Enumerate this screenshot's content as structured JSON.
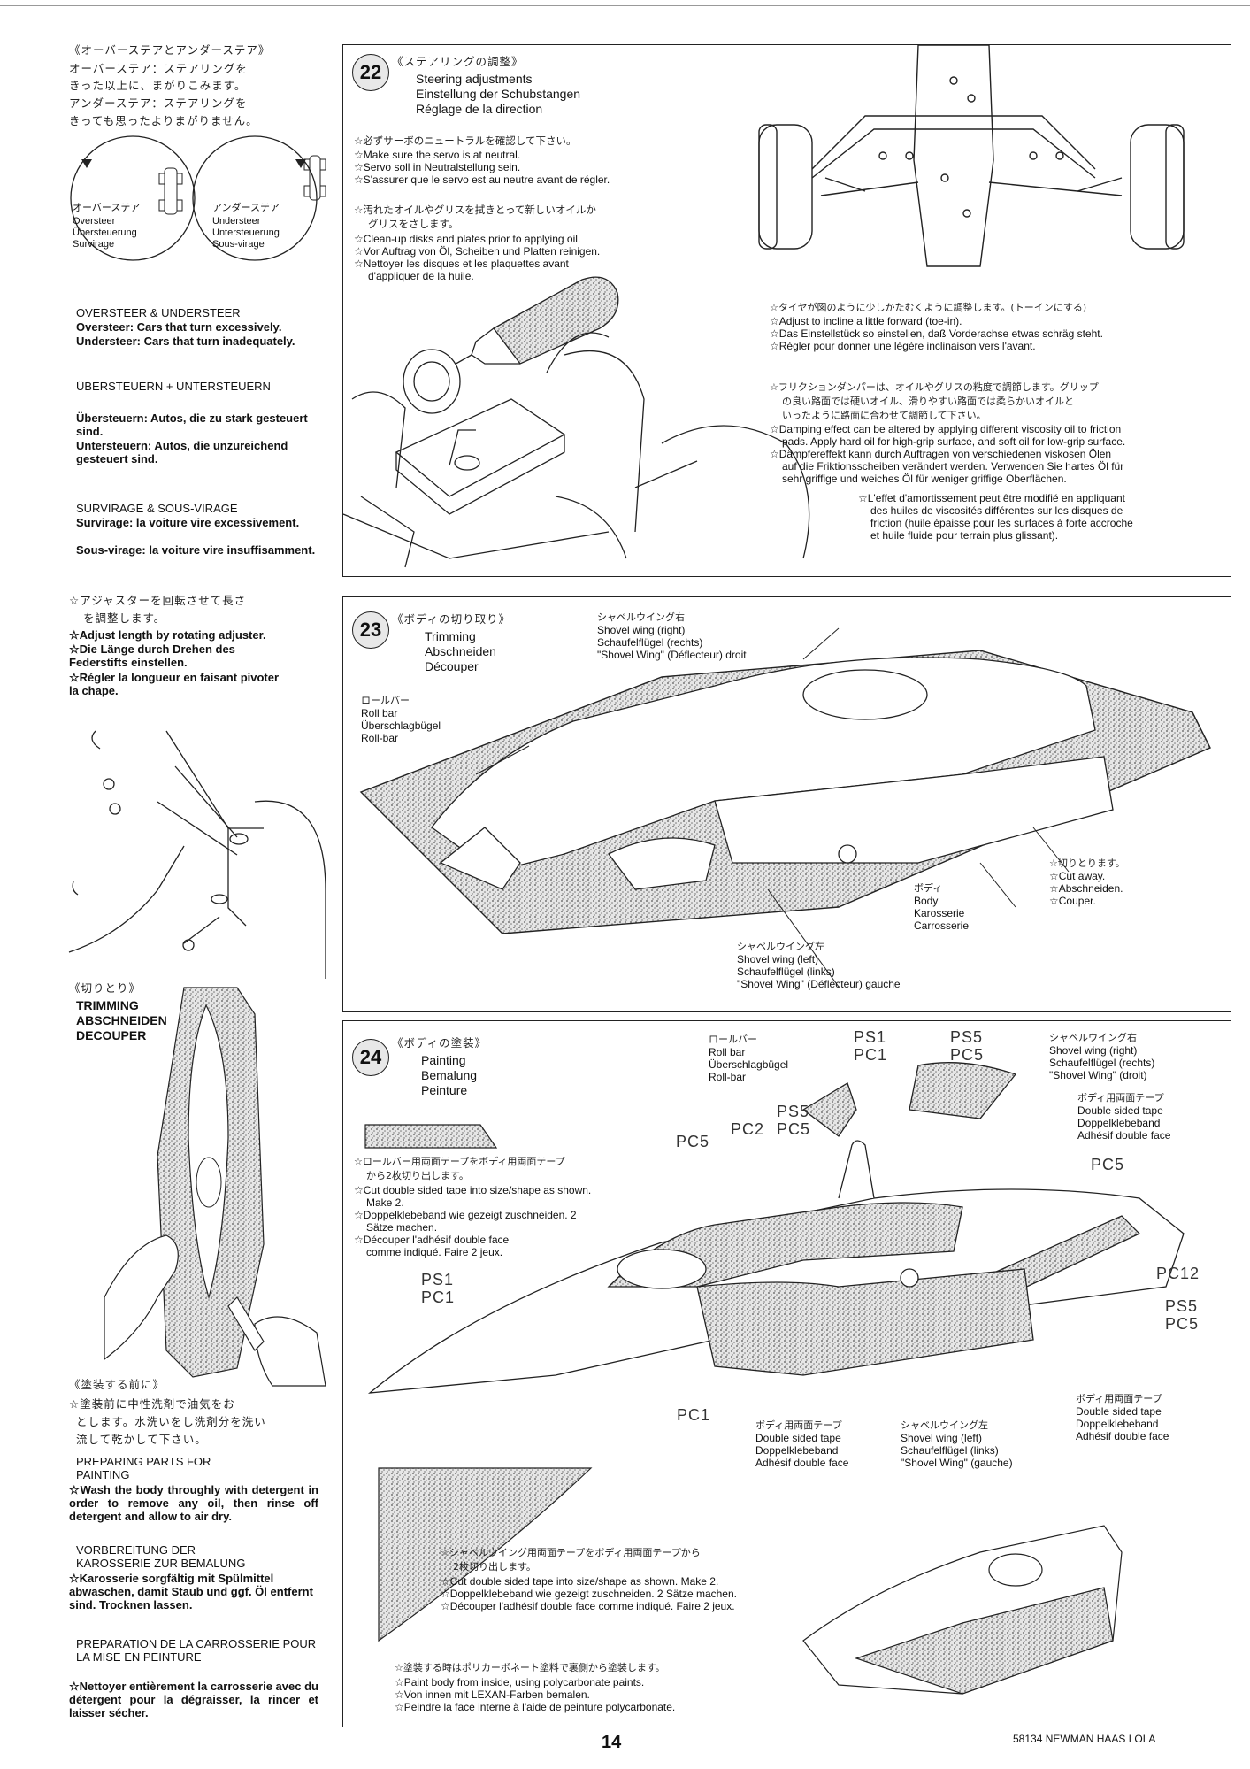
{
  "top_bar": true,
  "sidebar": {
    "oversteer_jp_title": "《オーバーステアとアンダーステア》",
    "oversteer_jp_1": "オーバーステア：ステアリングを",
    "oversteer_jp_2": "きった以上に、まがりこみます。",
    "understeer_jp_1": "アンダーステア：ステアリングを",
    "understeer_jp_2": "きっても思ったよりまがりません。",
    "circle_left": {
      "jp": "オーバーステア",
      "en": "Oversteer",
      "de": "Übersteuerung",
      "fr": "Survirage"
    },
    "circle_right": {
      "jp": "アンダーステア",
      "en": "Understeer",
      "de": "Untersteuerung",
      "fr": "Sous-virage"
    },
    "en_heading": "OVERSTEER & UNDERSTEER",
    "en_over": "Oversteer: Cars that turn excessively.",
    "en_under": "Understeer: Cars that turn inadequately.",
    "de_heading": "ÜBERSTEUERN + UNTERSTEUERN",
    "de_over": "Übersteuern: Autos, die zu stark gesteuert sind.",
    "de_under": "Untersteuern: Autos, die unzureichend gesteuert sind.",
    "fr_heading": "SURVIRAGE & SOUS-VIRAGE",
    "fr_over": "Survirage: la voiture vire excessivement.",
    "fr_under": "Sous-virage: la voiture vire insuffisamment.",
    "adjuster_jp_1": "☆アジャスターを回転させて長さ",
    "adjuster_jp_2": "を調整します。",
    "adjuster_en": "☆Adjust length by rotating adjuster.",
    "adjuster_de": "☆Die Länge durch Drehen des Federstifts einstellen.",
    "adjuster_fr": "☆Régler la longueur en faisant pivoter la chape.",
    "trim_jp": "《切りとり》",
    "trim_en": "TRIMMING",
    "trim_de": "ABSCHNEIDEN",
    "trim_fr": "DECOUPER",
    "prep_jp_title": "《塗装する前に》",
    "prep_jp_1": "☆塗装前に中性洗剤で油気をお",
    "prep_jp_2": "とします。水洗いをし洗剤分を洗い",
    "prep_jp_3": "流して乾かして下さい。",
    "prep_en_heading": "PREPARING PARTS FOR PAINTING",
    "prep_en": "☆Wash the body throughly with detergent in order to remove any oil, then rinse off detergent and allow to air dry.",
    "prep_de_heading": "VORBEREITUNG DER KAROSSERIE ZUR BEMALUNG",
    "prep_de": "☆Karosserie sorgfältig mit Spülmittel abwaschen, damit Staub und ggf. Öl entfernt sind. Trocknen lassen.",
    "prep_fr_heading": "PREPARATION DE LA CARROSSERIE POUR LA MISE EN PEINTURE",
    "prep_fr": "☆Nettoyer entièrement la carrosserie avec du détergent pour la dégraisser, la rincer et laisser sécher."
  },
  "step22": {
    "number": "22",
    "jp_title": "《ステアリングの調整》",
    "en_title": "Steering adjustments",
    "de_title": "Einstellung der Schubstangen",
    "fr_title": "Réglage de la direction",
    "servo_jp": "☆必ずサーボのニュートラルを確認して下さい。",
    "servo_en": "☆Make sure the servo is at neutral.",
    "servo_de": "☆Servo soll in Neutralstellung sein.",
    "servo_fr": "☆S'assurer que le servo est au neutre avant de régler.",
    "clean_jp_1": "☆汚れたオイルやグリスを拭きとって新しいオイルか",
    "clean_jp_2": "グリスをさします。",
    "clean_en": "☆Clean-up disks and plates prior to applying oil.",
    "clean_de": "☆Vor Auftrag von Öl, Scheiben und Platten reinigen.",
    "clean_fr_1": "☆Nettoyer les disques et les plaquettes avant",
    "clean_fr_2": "d'appliquer de la huile.",
    "toein_jp": "☆タイヤが図のように少しかたむくように調整します。(トーインにする)",
    "toein_en": "☆Adjust to incline a little forward (toe-in).",
    "toein_de": "☆Das Einstellstück so einstellen, daß Vorderachse etwas schräg steht.",
    "toein_fr": "☆Régler pour donner une légère inclinaison vers l'avant.",
    "damper_jp_1": "☆フリクションダンパーは、オイルやグリスの粘度で調節します。グリップ",
    "damper_jp_2": "の良い路面では硬いオイル、滑りやすい路面では柔らかいオイルと",
    "damper_jp_3": "いったように路面に合わせて調節して下さい。",
    "damper_en_1": "☆Damping effect can be altered by applying different viscosity oil to friction",
    "damper_en_2": "pads. Apply hard oil for high-grip surface, and soft oil for low-grip surface.",
    "damper_de_1": "☆Dämpfereffekt kann durch Auftragen von verschiedenen viskosen Ölen",
    "damper_de_2": "auf die Friktionsscheiben verändert werden. Verwenden Sie hartes Öl für",
    "damper_de_3": "sehr griffige und weiches Öl für weniger griffige Oberflächen.",
    "damper_fr_1": "☆L'effet d'amortissement peut être modifié en appliquant",
    "damper_fr_2": "des huiles de viscosités différentes sur les disques de",
    "damper_fr_3": "friction (huile épaisse pour les surfaces à forte accroche",
    "damper_fr_4": "et huile fluide pour terrain plus glissant)."
  },
  "step23": {
    "number": "23",
    "jp_title": "《ボディの切り取り》",
    "en_title": "Trimming",
    "de_title": "Abschneiden",
    "fr_title": "Découper",
    "rollbar_jp": "ロールバー",
    "rollbar_en": "Roll bar",
    "rollbar_de": "Überschlagbügel",
    "rollbar_fr": "Roll-bar",
    "wing_right_jp": "シャベルウイング右",
    "wing_right_en": "Shovel wing (right)",
    "wing_right_de": "Schaufelflügel (rechts)",
    "wing_right_fr": "\"Shovel Wing\" (Déflecteur) droit",
    "cut_jp": "☆切りとります。",
    "cut_en": "☆Cut away.",
    "cut_de": "☆Abschneiden.",
    "cut_fr": "☆Couper.",
    "body_jp": "ボディ",
    "body_en": "Body",
    "body_de": "Karosserie",
    "body_fr": "Carrosserie",
    "wing_left_jp": "シャベルウイング左",
    "wing_left_en": "Shovel wing (left)",
    "wing_left_de": "Schaufelflügel (links)",
    "wing_left_fr": "\"Shovel Wing\" (Déflecteur) gauche"
  },
  "step24": {
    "number": "24",
    "jp_title": "《ボディの塗装》",
    "en_title": "Painting",
    "de_title": "Bemalung",
    "fr_title": "Peinture",
    "rollbar_jp": "ロールバー",
    "rollbar_en": "Roll bar",
    "rollbar_de": "Überschlagbügel",
    "rollbar_fr": "Roll-bar",
    "wing_right_jp": "シャベルウイング右",
    "wing_right_en": "Shovel wing (right)",
    "wing_right_de": "Schaufelflügel (rechts)",
    "wing_right_fr": "\"Shovel Wing\" (droit)",
    "tape_top_jp": "ボディ用両面テープ",
    "tape_top_en": "Double sided tape",
    "tape_top_de": "Doppelklebeband",
    "tape_top_fr": "Adhésif double face",
    "tape_cut_jp_1": "☆ロールバー用両面テープをボディ用両面テープ",
    "tape_cut_jp_2": "から2枚切り出します。",
    "tape_cut_en_1": "☆Cut double sided tape into size/shape as shown.",
    "tape_cut_en_2": "Make 2.",
    "tape_cut_de_1": "☆Doppelklebeband wie gezeigt zuschneiden. 2",
    "tape_cut_de_2": "Sätze machen.",
    "tape_cut_fr_1": "☆Découper l'adhésif double face",
    "tape_cut_fr_2": "comme indiqué. Faire 2 jeux.",
    "tape_bl_jp": "ボディ用両面テープ",
    "tape_bl_en": "Double sided tape",
    "tape_bl_de": "Doppelklebeband",
    "tape_bl_fr": "Adhésif double face",
    "wing_left_jp": "シャベルウイング左",
    "wing_left_en": "Shovel wing (left)",
    "wing_left_de": "Schaufelflügel (links)",
    "wing_left_fr": "\"Shovel Wing\" (gauche)",
    "tape_br_jp": "ボディ用両面テープ",
    "tape_br_en": "Double sided tape",
    "tape_br_de": "Doppelklebeband",
    "tape_br_fr": "Adhésif double face",
    "colors": {
      "ps1_pc1_top": "PS1",
      "pc1_top": "PC1",
      "ps5_top": "PS5",
      "pc5_top": "PC5",
      "ps5_mid": "PS5",
      "pc5_mid": "PC5",
      "pc2": "PC2",
      "pc5_left": "PC5",
      "pc5_right": "PC5",
      "pc12": "PC12",
      "ps5_right": "PS5",
      "pc5_right2": "PC5",
      "ps1_left": "PS1",
      "pc1_left": "PC1",
      "pc1_bottom": "PC1"
    },
    "wingtape_jp_1": "☆シャベルウイング用両面テープをボディ用両面テープから",
    "wingtape_jp_2": "2枚切り出します。",
    "wingtape_en": "☆Cut double sided tape into size/shape as shown. Make 2.",
    "wingtape_de": "☆Doppelklebeband wie gezeigt zuschneiden. 2 Sätze machen.",
    "wingtape_fr": "☆Découper l'adhésif double face comme indiqué. Faire 2 jeux.",
    "paint_jp": "☆塗装する時はポリカーボネート塗料で裏側から塗装します。",
    "paint_en": "☆Paint body from inside, using polycarbonate paints.",
    "paint_de": "☆Von innen mit LEXAN-Farben bemalen.",
    "paint_fr": "☆Peindre la face interne à l'aide de peinture polycarbonate."
  },
  "footer": {
    "page_number": "14",
    "product": "58134 NEWMAN HAAS LOLA"
  }
}
